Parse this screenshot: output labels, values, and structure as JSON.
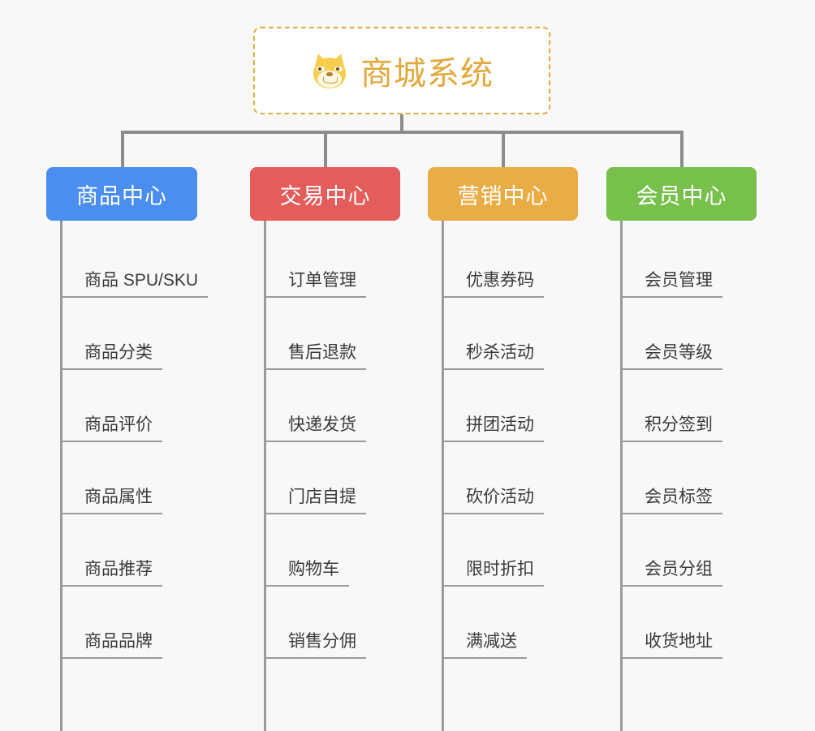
{
  "diagram": {
    "background_color": "#f8f8f8",
    "root": {
      "title": "商城系统",
      "icon": "dog-face-icon",
      "text_color": "#e3a93c",
      "border_color": "#e8a93f"
    },
    "columns": [
      {
        "label": "商品中心",
        "color": "#4a8ef0",
        "items": [
          "商品 SPU/SKU",
          "商品分类",
          "商品评价",
          "商品属性",
          "商品推荐",
          "商品品牌"
        ]
      },
      {
        "label": "交易中心",
        "color": "#e35d5b",
        "items": [
          "订单管理",
          "售后退款",
          "快递发货",
          "门店自提",
          "购物车",
          "销售分佣"
        ]
      },
      {
        "label": "营销中心",
        "color": "#eaad45",
        "items": [
          "优惠券码",
          "秒杀活动",
          "拼团活动",
          "砍价活动",
          "限时折扣",
          "满减送"
        ]
      },
      {
        "label": "会员中心",
        "color": "#77c04b",
        "items": [
          "会员管理",
          "会员等级",
          "积分签到",
          "会员标签",
          "会员分组",
          "收货地址"
        ]
      }
    ]
  }
}
